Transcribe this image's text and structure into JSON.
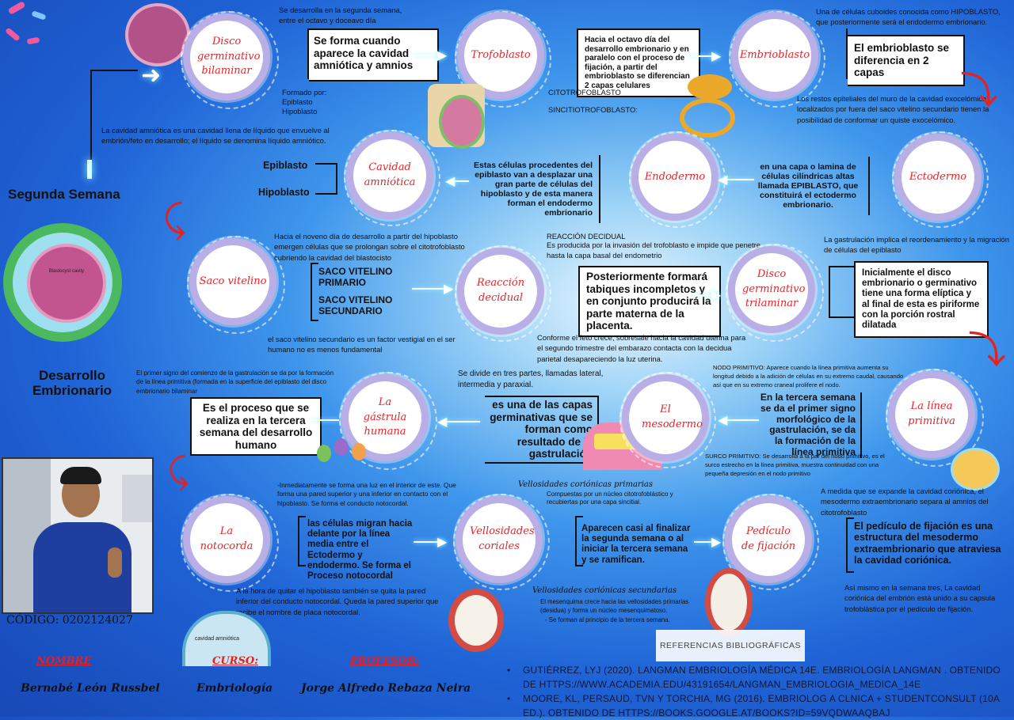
{
  "title_segunda": "Segunda Semana",
  "title_desarrollo": "Desarrollo Embrionario",
  "row1": {
    "disco": "Disco germinativo bilaminar",
    "disco_note": "Se desarrolla en la segunda semana, entre el octavo y doceavo día",
    "disco_formado": "Formado por:",
    "disco_epi": "Epiblasto",
    "disco_hipo": "Hipoblasto",
    "box1": "Se forma cuando aparece la cavidad amniótica y amnios",
    "trofo": "Trofoblasto",
    "trofo_box": "Hacia el octavo día del desarrollo embrionario y en paralelo con el proceso de fijación, a partir del embrioblasto se diferencian 2 capas celulares",
    "cito": "CITOTROFOBLASTO",
    "sincitio": "SINCITIOTROFOBLASTO:",
    "embrio": "Embrioblasto",
    "embrio_note": "Una de células cuboides conocida como HIPOBLASTO, que posteriormente será el endodermo embrionario.",
    "embrio_box": "El embrioblasto se diferencia en 2 capas",
    "embrio_note2": "Los restos epiteliales del muro de la cavidad exocelómica localizados por fuera del saco vitelino secundario tienen la posibilidad de conformar un quiste exocelómico."
  },
  "row2": {
    "cavidad": "Cavidad amniótica",
    "cavidad_note": "La cavidad amniótica es una cavidad llena de líquido que envuelve al embrión/feto en desarrollo; el líquido se denomina líquido amniótico.",
    "epi": "Epiblasto",
    "hipo": "Hipoblasto",
    "endo_text": "Estas células procedentes del epiblasto van a desplazar una gran parte de células del hipoblasto y de esta manera forman el endodermo embrionario",
    "endo": "Endodermo",
    "ecto_text": "en una capa o lamina de células cilíndricas altas llamada EPIBLASTO, que constituirá el ectodermo embrionario.",
    "ecto": "Ectodermo"
  },
  "row3": {
    "saco": "Saco vitelino",
    "saco_note": "Hacia el noveno día de desarrollo a partir del hipoblasto emergen células que se prolongan sobre el citotrofoblasto cubriendo la cavidad del blastocisto",
    "saco_box1": "SACO VITELINO PRIMARIO",
    "saco_box2": "SACO VITELINO SECUNDARIO",
    "saco_note2": "el saco vitelino secundario es un factor vestigial en el ser humano no es menos fundamental",
    "reaccion": "Reacción decidual",
    "reaccion_title": "REACCIÓN DECIDUAL",
    "reaccion_note": "Es producida por la invasión del trofoblasto e impide que penetre hasta la capa basal del endometrio",
    "reaccion_box": "Posteriormente formará tabiques incompletos y en conjunto producirá la parte materna de la placenta.",
    "reaccion_note2": "Conforme el feto crece, sobresale hacia la cavidad uterina para el segundo trimestre del embarazo contacta con la decidua parietal desapareciendo la luz uterina.",
    "disco3": "Disco germinativo trilaminar",
    "disco3_note": "La gastrulación implica el reordenamiento y la migración de células del epiblasto",
    "disco3_box": "Inicialmente el disco embrionario o germinativo tiene una forma elíptica y al final de esta es piriforme con la porción rostral dilatada"
  },
  "row4": {
    "gastrula": "La gástrula humana",
    "gastrula_note": "El primer signo del comienzo de la gastrulación se da por la formación de la línea primitiva (formada en la superficie del epiblasto del disco embrionario bilaminar",
    "gastrula_box": "Es el proceso que se realiza en la tercera semana del desarrollo humano",
    "meso": "El mesodermo",
    "meso_note": "Se divide en tres partes, llamadas lateral, intermedia y paraxial.",
    "meso_box": "es una de las capas germinativas que se forman como resultado de la gastrulación",
    "linea": "La línea primitiva",
    "nodo": "NODO PRIMITIVO: Aparece cuando la línea primitiva aumenta su longitud debido a la adición de células en su extremo caudal, causando así que en su extremo craneal prolifere el nodo.",
    "linea_box": "En la tercera semana se da el primer signo morfológico de la gastrulación, se da la formación de la línea primitiva",
    "surco": "SURCO PRIMITIVO: Se desarrolla a la par del nodo primitivo, es el surco estrecho en la línea primitiva, muestra continuidad con una pequeña depresión en el nodo primitivo"
  },
  "row5": {
    "noto": "La notocorda",
    "noto_note": "-Inmediatamente se forma una luz en el interior de este. Que forma una pared superior y una inferior en contacto con el hipoblasto. Se forma el conducto notocordal.",
    "noto_box": "las células migran hacia delante por la línea media entre el Ectodermo y endodermo. Se forma el Proceso notocordal",
    "noto_note2": "A la hora de quitar el hipoblasto también se quita la pared inferior del conducto notocordal. Queda la pared superior que recibe el nombre de placa notocordal.",
    "vell": "Vellosidades coriales",
    "vell_prim": "Vellosidades coriónicas primarias",
    "vell_prim_note": "Compuestas por un núcleo citotrofoblástico y recubiertas por una capa sincitial.",
    "vell_box": "Aparecen casi al finalizar la segunda semana o al iniciar la tercera semana y se ramifican.",
    "vell_sec": "Vellosidades coriónicas secundarias",
    "vell_sec_note": "El mesenquima crece hacia las vellosidades primarias (desidua) y forma un núcleo mesenquimatoso.",
    "vell_sec_note2": "- Se forman al principio de la tercera semana.",
    "ped": "Pedículo de fijación",
    "ped_note": "A medida que se expande la cavidad coriónica, el mesodermo extraembrionario separa al amnios del citotrofoblasto",
    "ped_box": "El pedículo de fijación es una estructura del mesodermo extraembrionario que atraviesa la cavidad coriónica.",
    "ped_note2": "Así mismo en la semana tres, La cavidad coriónica del embrión está unido a su capsula trofoblástica por el pedículo de fijación."
  },
  "footer": {
    "codigo": "CÓDIGO: 0202124027",
    "nombre_label": "NOMBRE",
    "curso_label": "CURSO:",
    "profesor_label": "PROFESOR:",
    "nombre": "Bernabé León Russbel",
    "curso": "Embriología",
    "profesor": "Jorge Alfredo Rebaza Neira",
    "referencias": "REFERENCIAS BIBLIOGRÁFICAS",
    "ref1": "GUTIÉRREZ, LYJ (2020). LANGMAN EMBRIOLOGÍA MÉDICA 14E. EMBRIOLOGÍA LANGMAN . OBTENIDO DE HTTPS://WWW.ACADEMIA.EDU/43191654/LANGMAN_EMBRIOLOGIA_MEDICA_14E",
    "ref2": "MOORE, KL, PERSAUD, TVN Y TORCHIA, MG (2016). EMBRIOLOG A CLNICA + STUDENTCONSULT (10A ED.). OBTENIDO DE HTTPS://BOOKS.GOOGLE.AT/BOOKS?ID=59VQDWAAQBAJ"
  },
  "images": {
    "blastocyst_label": "Blastocyst cavity",
    "amnion_label": "cavidad amniótica"
  }
}
